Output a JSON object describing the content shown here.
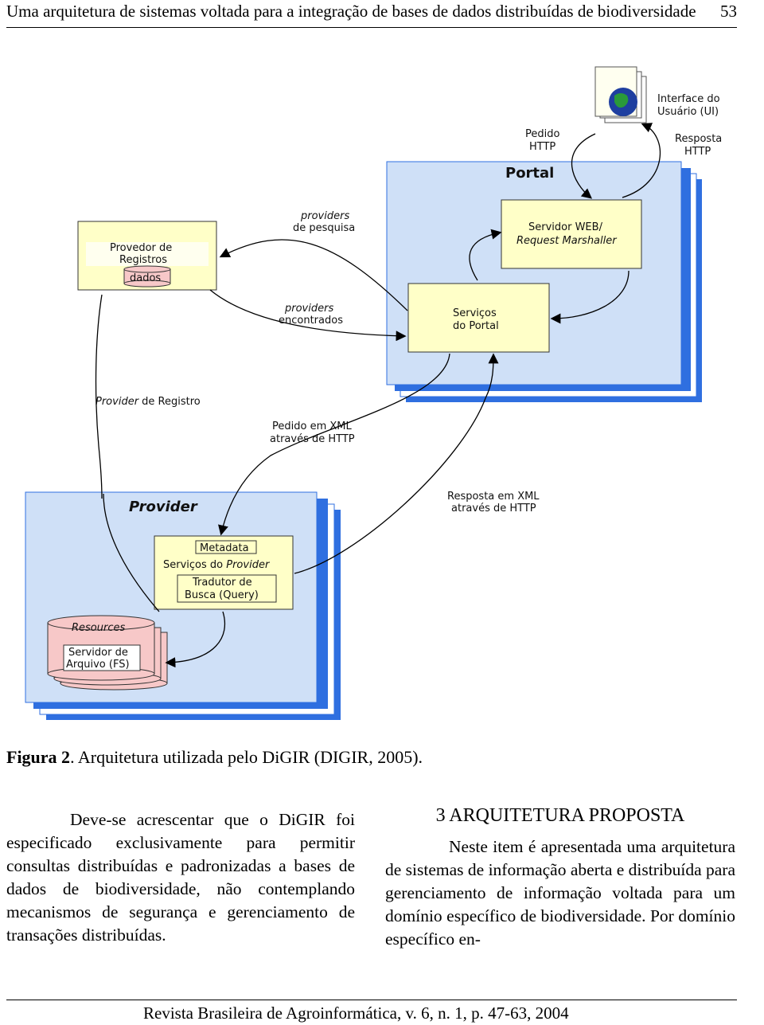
{
  "header": {
    "title": "Uma arquitetura de sistemas voltada para a integração de bases de dados distribuídas de biodiversidade",
    "page_number": "53"
  },
  "figure": {
    "ui_label": [
      "Interface do",
      "Usuário (UI)"
    ],
    "pedido_http": [
      "Pedido",
      "HTTP"
    ],
    "resposta_http": [
      "Resposta",
      "HTTP"
    ],
    "portal_title": "Portal",
    "servidor_web": "Servidor WEB/",
    "request_marshaller": "Request Marshaller",
    "servicos_portal": [
      "Serviços",
      "do Portal"
    ],
    "provedor": [
      "Provedor de",
      "Registros"
    ],
    "dados": "dados",
    "providers_pesquisa": [
      "providers",
      "de pesquisa"
    ],
    "providers_encontrados": [
      "providers",
      "encontrados"
    ],
    "provider_registro_italic": "Provider",
    "provider_registro_rest": " de Registro",
    "pedido_xml": [
      "Pedido em XML",
      "através de HTTP"
    ],
    "resposta_xml": [
      "Resposta em XML",
      "através de HTTP"
    ],
    "provider_title": "Provider",
    "metadata": "Metadata",
    "servicos_do": "Serviços do ",
    "servicos_provider": "Provider",
    "tradutor": [
      "Tradutor de",
      "Busca (Query)"
    ],
    "resources": "Resources",
    "servidor_arquivo": [
      "Servidor de",
      "Arquivo (FS)"
    ]
  },
  "caption": {
    "label": "Figura 2",
    "text": ". Arquitetura utilizada pelo DiGIR (DIGIR, 2005)."
  },
  "left_paragraph": "Deve-se acrescentar que o DiGIR foi especificado exclusivamente para permitir consultas distribuídas e padronizadas a bases de dados de biodiversidade, não contemplando mecanismos de segurança e gerenciamento de transações distribuídas.",
  "section": {
    "title": "3 ARQUITETURA PROPOSTA",
    "paragraph": "Neste item é apresentada uma arquitetura de sistemas de informação aberta e distribuída para gerenciamento de informação voltada para um domínio específico de biodiversidade. Por domínio específico en-"
  },
  "footer": "Revista Brasileira de Agroinformática, v. 6, n. 1, p. 47-63, 2004",
  "colors": {
    "panel_light": "#cfe0f7",
    "panel_blue": "#2f6fe0",
    "box_yellow": "#ffffc8",
    "cylinder_pink": "#f7c8c8"
  }
}
